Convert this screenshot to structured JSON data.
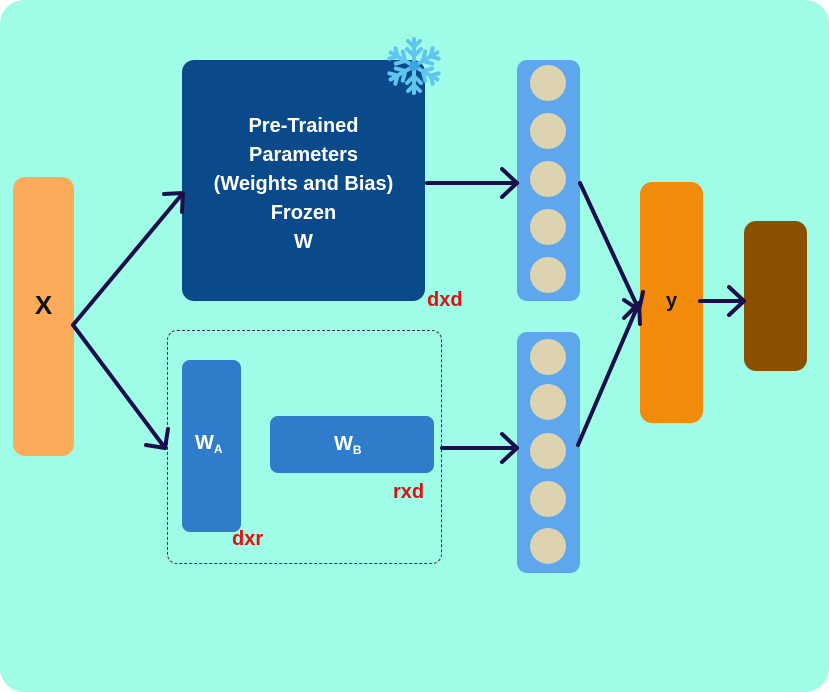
{
  "input": {
    "label": "X"
  },
  "pretrained": {
    "lines": [
      "Pre-Trained",
      "Parameters",
      "(Weights and Bias)",
      "Frozen",
      "W"
    ],
    "dims": "dxd",
    "frozen_icon": "snowflake-icon"
  },
  "adapter": {
    "a": {
      "label": "W",
      "sub": "A",
      "dims": "dxr"
    },
    "b": {
      "label": "W",
      "sub": "B",
      "dims": "rxd"
    }
  },
  "output": {
    "label": "y"
  },
  "colors": {
    "background": "#9ffce6",
    "input": "#fbab5a",
    "pretrained": "#0b4a8a",
    "adapter": "#2f7cca",
    "neuron_column": "#5fa7ec",
    "neuron": "#ddd3b0",
    "y_box": "#f28b0c",
    "final_box": "#8b4f00",
    "arrow": "#1a0f4a",
    "dims_text": "#e01010"
  }
}
